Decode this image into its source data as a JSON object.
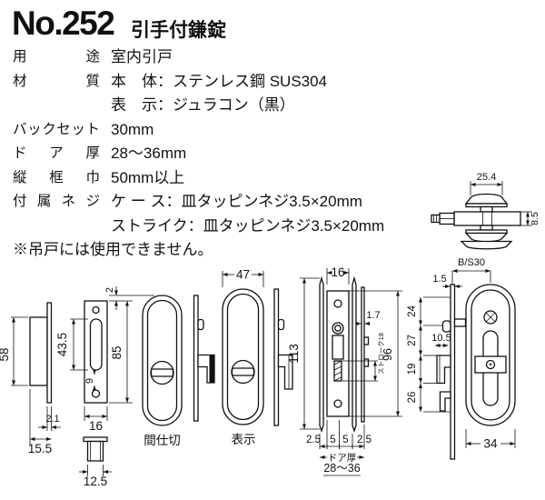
{
  "header": {
    "model": "No.252",
    "name": "引手付鎌錠"
  },
  "specs": [
    {
      "label": "用途",
      "lines": [
        "室内引戸"
      ]
    },
    {
      "label": "材質",
      "lines": [
        "本　体：ステンレス鋼 SUS304",
        "表　示：ジュラコン（黒）"
      ]
    },
    {
      "label": "バックセット",
      "lines": [
        "30mm"
      ]
    },
    {
      "label": "ドア厚",
      "lines": [
        "28〜36mm"
      ]
    },
    {
      "label": "縦框巾",
      "lines": [
        "50mm以上"
      ]
    },
    {
      "label": "付属ネジ",
      "lines": [
        "ケ ー ス：皿タッピンネジ3.5×20mm",
        "ストライク：皿タッピンネジ3.5×20mm"
      ]
    }
  ],
  "note": "※吊戸には使用できません。",
  "mechanism": {
    "width": "25.4",
    "height": "8.5"
  },
  "drawings": {
    "cup": {
      "height": "58",
      "flange": "2.1",
      "depth": "15.5"
    },
    "strike": {
      "slot": "43.5",
      "hole": "9",
      "width": "16",
      "gap": "2",
      "height": "85"
    },
    "cap": {
      "width": "12.5"
    },
    "partition": {
      "label": "間仕切"
    },
    "indicator": {
      "width": "47",
      "label": "表示"
    },
    "case": {
      "width": "16",
      "height": "113",
      "plate": "1.7",
      "stroke": "ストローク18",
      "face": "96",
      "b1": "2.5",
      "b2": "5",
      "b3": "5",
      "b4": "2.5",
      "door": "ドア厚",
      "range": "28〜36"
    },
    "pull": {
      "backset": "B/S30",
      "edge": "1.5",
      "d24": "24",
      "d27": "27",
      "d19": "19",
      "d26": "26",
      "d105": "10.5",
      "width": "34"
    }
  }
}
